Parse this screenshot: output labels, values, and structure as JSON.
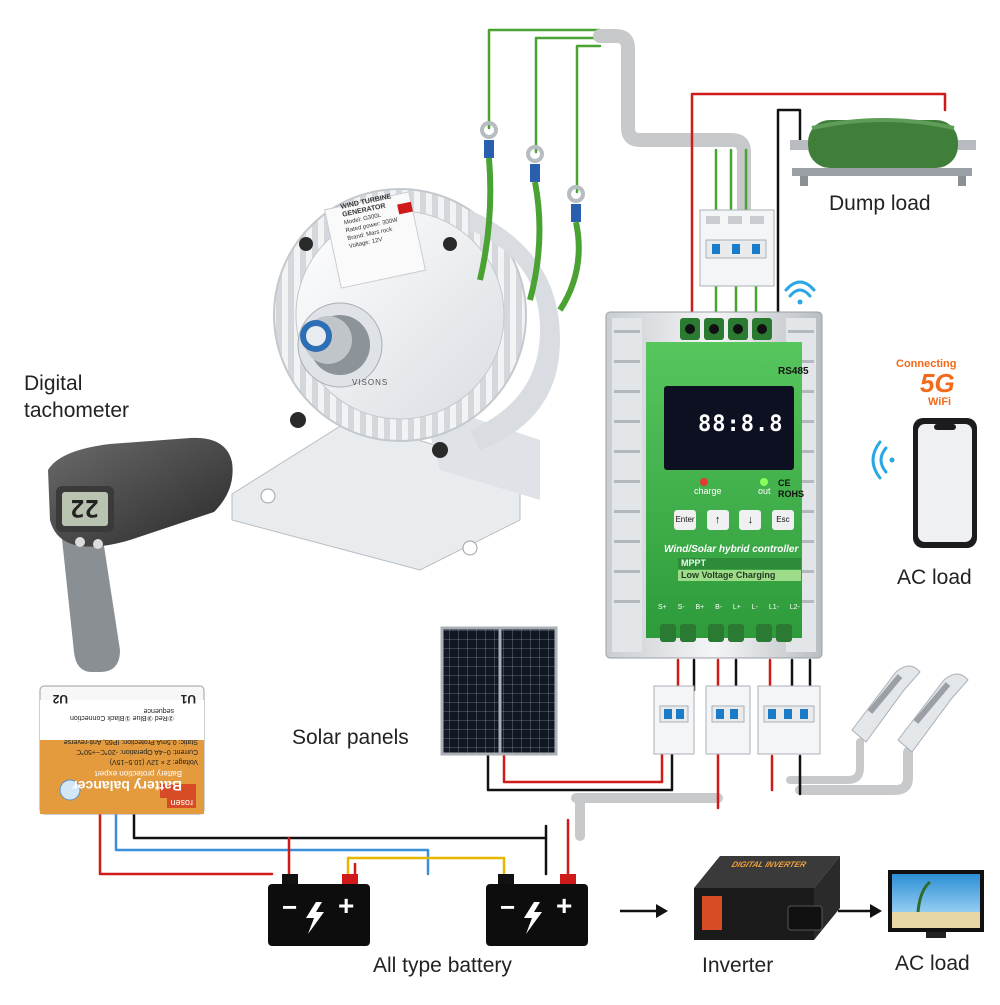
{
  "labels": {
    "tachometer": [
      "Digital",
      "tachometer"
    ],
    "dump_load": "Dump load",
    "ac_load_phone": "AC load",
    "solar_panels": "Solar panels",
    "battery": "All type battery",
    "inverter": "Inverter",
    "ac_load_tv": "AC load"
  },
  "wifi_badge": {
    "connecting": "Connecting",
    "network": "5G",
    "wifi": "WiFi"
  },
  "generator": {
    "title": [
      "WIND TURBINE",
      "GENERATOR"
    ],
    "specs": [
      "Model: G300L",
      "Rated power: 300W",
      "Brand: Mars rock",
      "Voltage: 12V"
    ],
    "hub_text": "VISONS"
  },
  "tacho_display": "22",
  "controller": {
    "rs485": "RS485",
    "display_digits": "88:8.8",
    "indicators": [
      "charge",
      "out"
    ],
    "certs": [
      "CE",
      "ROHS"
    ],
    "buttons": [
      "Enter",
      "↑",
      "↓",
      "Esc"
    ],
    "title": "Wind/Solar hybrid controller",
    "badge_mppt": "MPPT",
    "badge_lv": "Low Voltage Charging",
    "terminals": [
      "S+",
      "S-",
      "B+",
      "B-",
      "L+",
      "L-",
      "L1-",
      "L2-"
    ]
  },
  "balancer": {
    "brand": "rosen",
    "title": "Battery balancer",
    "subtitle": "Battery protection expert",
    "u1": "U1",
    "u2": "U2",
    "seq": "②Red ③Blue ①Black  Connection sequence",
    "rows": [
      [
        "Static: 0.5mA",
        "Protection: IP65, Anti-reverse"
      ],
      [
        "Current: 0~4A",
        "Operation: -20℃~+50℃"
      ],
      [
        "Voltage: 2 × 12V",
        "(10.5~15V)"
      ]
    ]
  },
  "battery_symbols": {
    "minus": "−",
    "plus": "+"
  },
  "inverter_text": "DIGITAL INVERTER",
  "colors": {
    "wire_red": "#d01a1a",
    "wire_green": "#4aa233",
    "wire_blue": "#3a8fd8",
    "wire_black": "#111111",
    "wire_yellow": "#e8b500",
    "controller_green": "#39b54a",
    "wifi_blue": "#2aa6e6",
    "badge_orange": "#f26a1b"
  },
  "icons": [
    "wifi-icon",
    "arrow-right-icon",
    "lightning-bolt-icon"
  ]
}
